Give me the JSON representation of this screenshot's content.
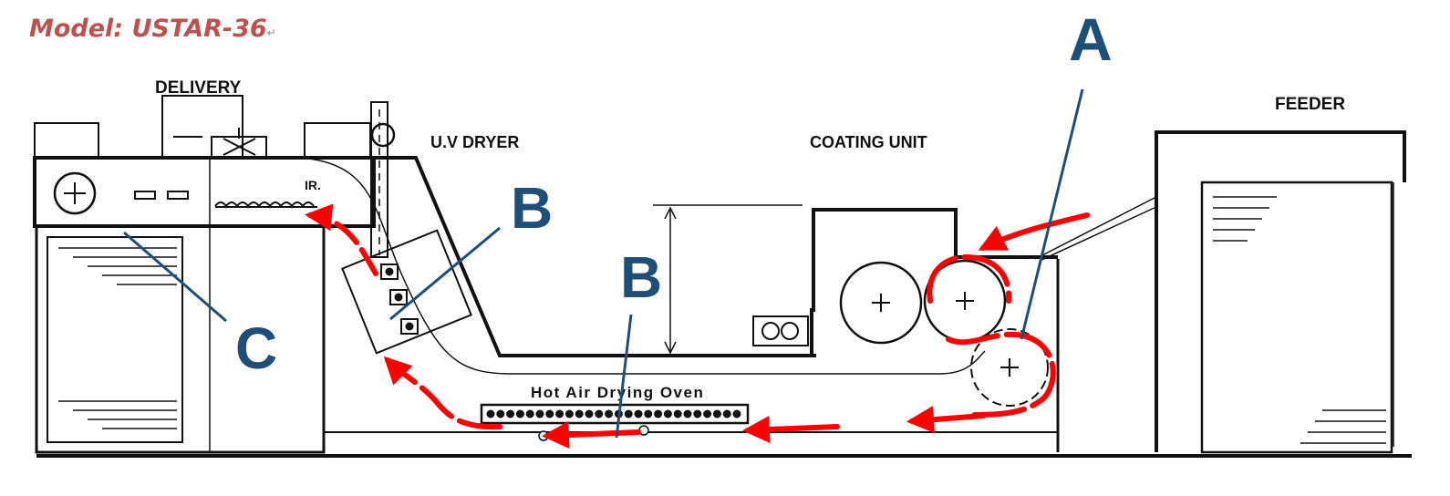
{
  "title": "Model: USTAR-36",
  "paragraph_mark": "↵",
  "labels": {
    "delivery": "DELIVERY",
    "uv_dryer": "U.V DRYER",
    "coating_unit": "COATING UNIT",
    "feeder": "FEEDER",
    "ir": "IR.",
    "oven": "Hot Air Drying Oven"
  },
  "callouts": {
    "a": "A",
    "b_upper": "B",
    "b_lower": "B",
    "c": "C"
  },
  "colors": {
    "title": "#c0504d",
    "callout": "#1f4e79",
    "flow_arrow": "#ff0000",
    "line_art": "#111111"
  },
  "icons": {
    "roller": "circle-plus",
    "flow": "red-dashed-arrow"
  }
}
